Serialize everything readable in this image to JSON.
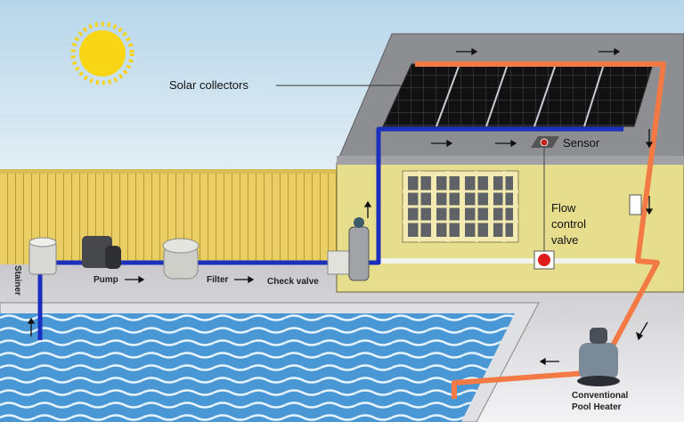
{
  "labels": {
    "solar_collectors": "Solar collectors",
    "sensor": "Sensor",
    "flow_control_1": "Flow",
    "flow_control_2": "control",
    "flow_control_3": "valve",
    "strainer": "Stainer",
    "pump": "Pump",
    "filter": "Filter",
    "check_valve": "Check valve",
    "heater_1": "Conventional",
    "heater_2": "Pool Heater"
  },
  "colors": {
    "cold_pipe": "#1b2fbf",
    "hot_pipe": "#f47a45",
    "pool": "#3f8fd0",
    "wall": "#e6dd8d",
    "fence": "#e8cf63"
  }
}
